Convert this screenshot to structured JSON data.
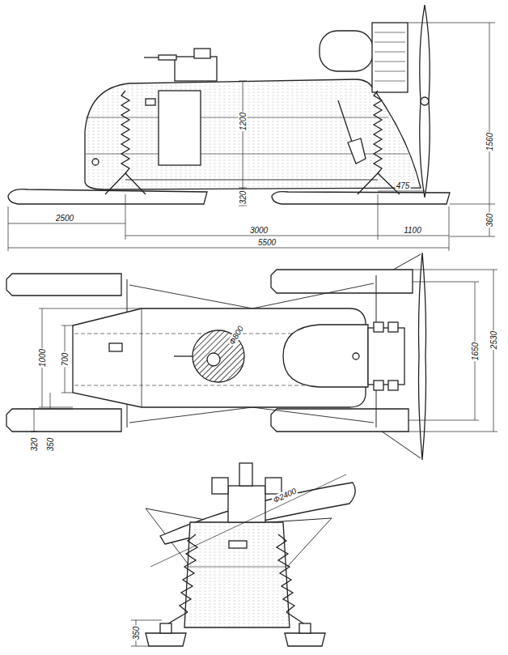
{
  "diagram": {
    "labels": [
      "1200",
      "1560",
      "320",
      "475",
      "2500",
      "3000",
      "1100",
      "360",
      "5500",
      "1000",
      "700",
      "Ф800",
      "1650",
      "2530",
      "320",
      "350",
      "Ф2400",
      "350"
    ]
  }
}
